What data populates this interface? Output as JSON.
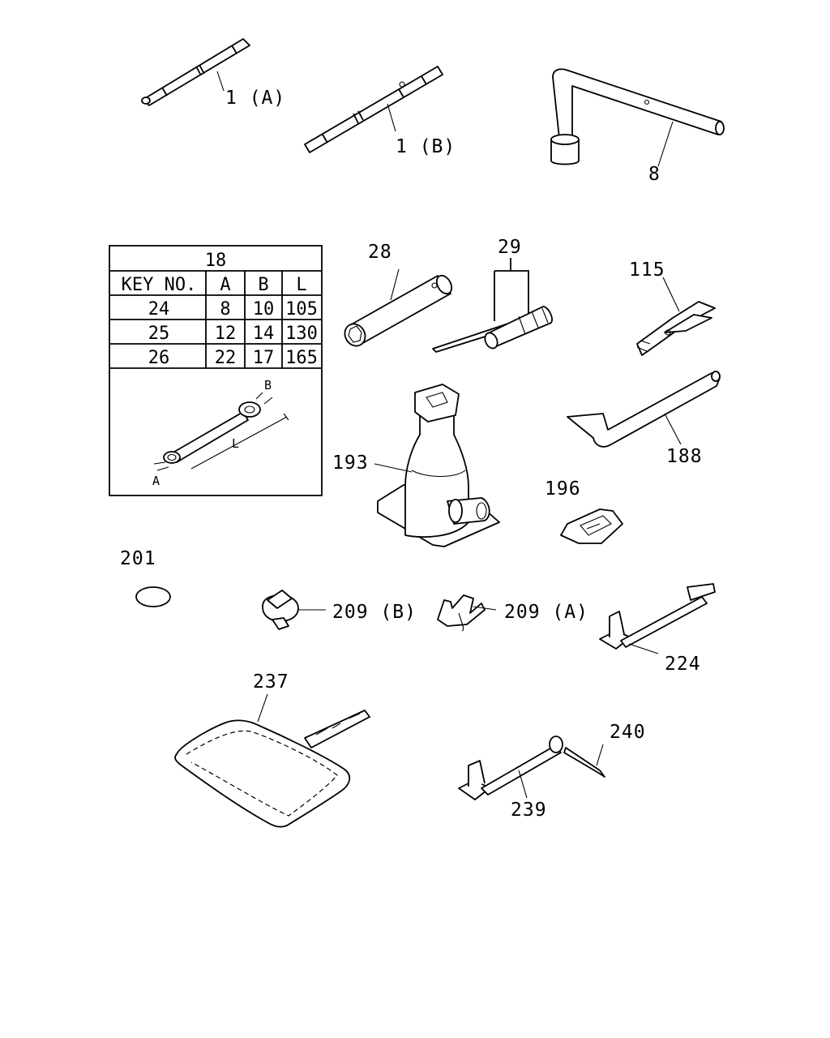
{
  "labels": {
    "extension_a": "1 (A)",
    "extension_b": "1 (B)",
    "wheel_nut_wrench": "8",
    "wrench_table_title": "18",
    "tool_28": "28",
    "tool_29": "29",
    "tool_115": "115",
    "tool_188": "188",
    "jack_193": "193",
    "tool_196": "196",
    "tool_201": "201",
    "clip_209b": "209 (B)",
    "clip_209a": "209 (A)",
    "bracket_224": "224",
    "tool_bag_237": "237",
    "bracket_239": "239",
    "pin_240": "240"
  },
  "wrench_table": {
    "headers": [
      "KEY NO.",
      "A",
      "B",
      "L"
    ],
    "rows": [
      [
        "24",
        "8",
        "10",
        "105"
      ],
      [
        "25",
        "12",
        "14",
        "130"
      ],
      [
        "26",
        "22",
        "17",
        "165"
      ]
    ],
    "dim_a": "A",
    "dim_b": "B",
    "dim_l": "L"
  }
}
